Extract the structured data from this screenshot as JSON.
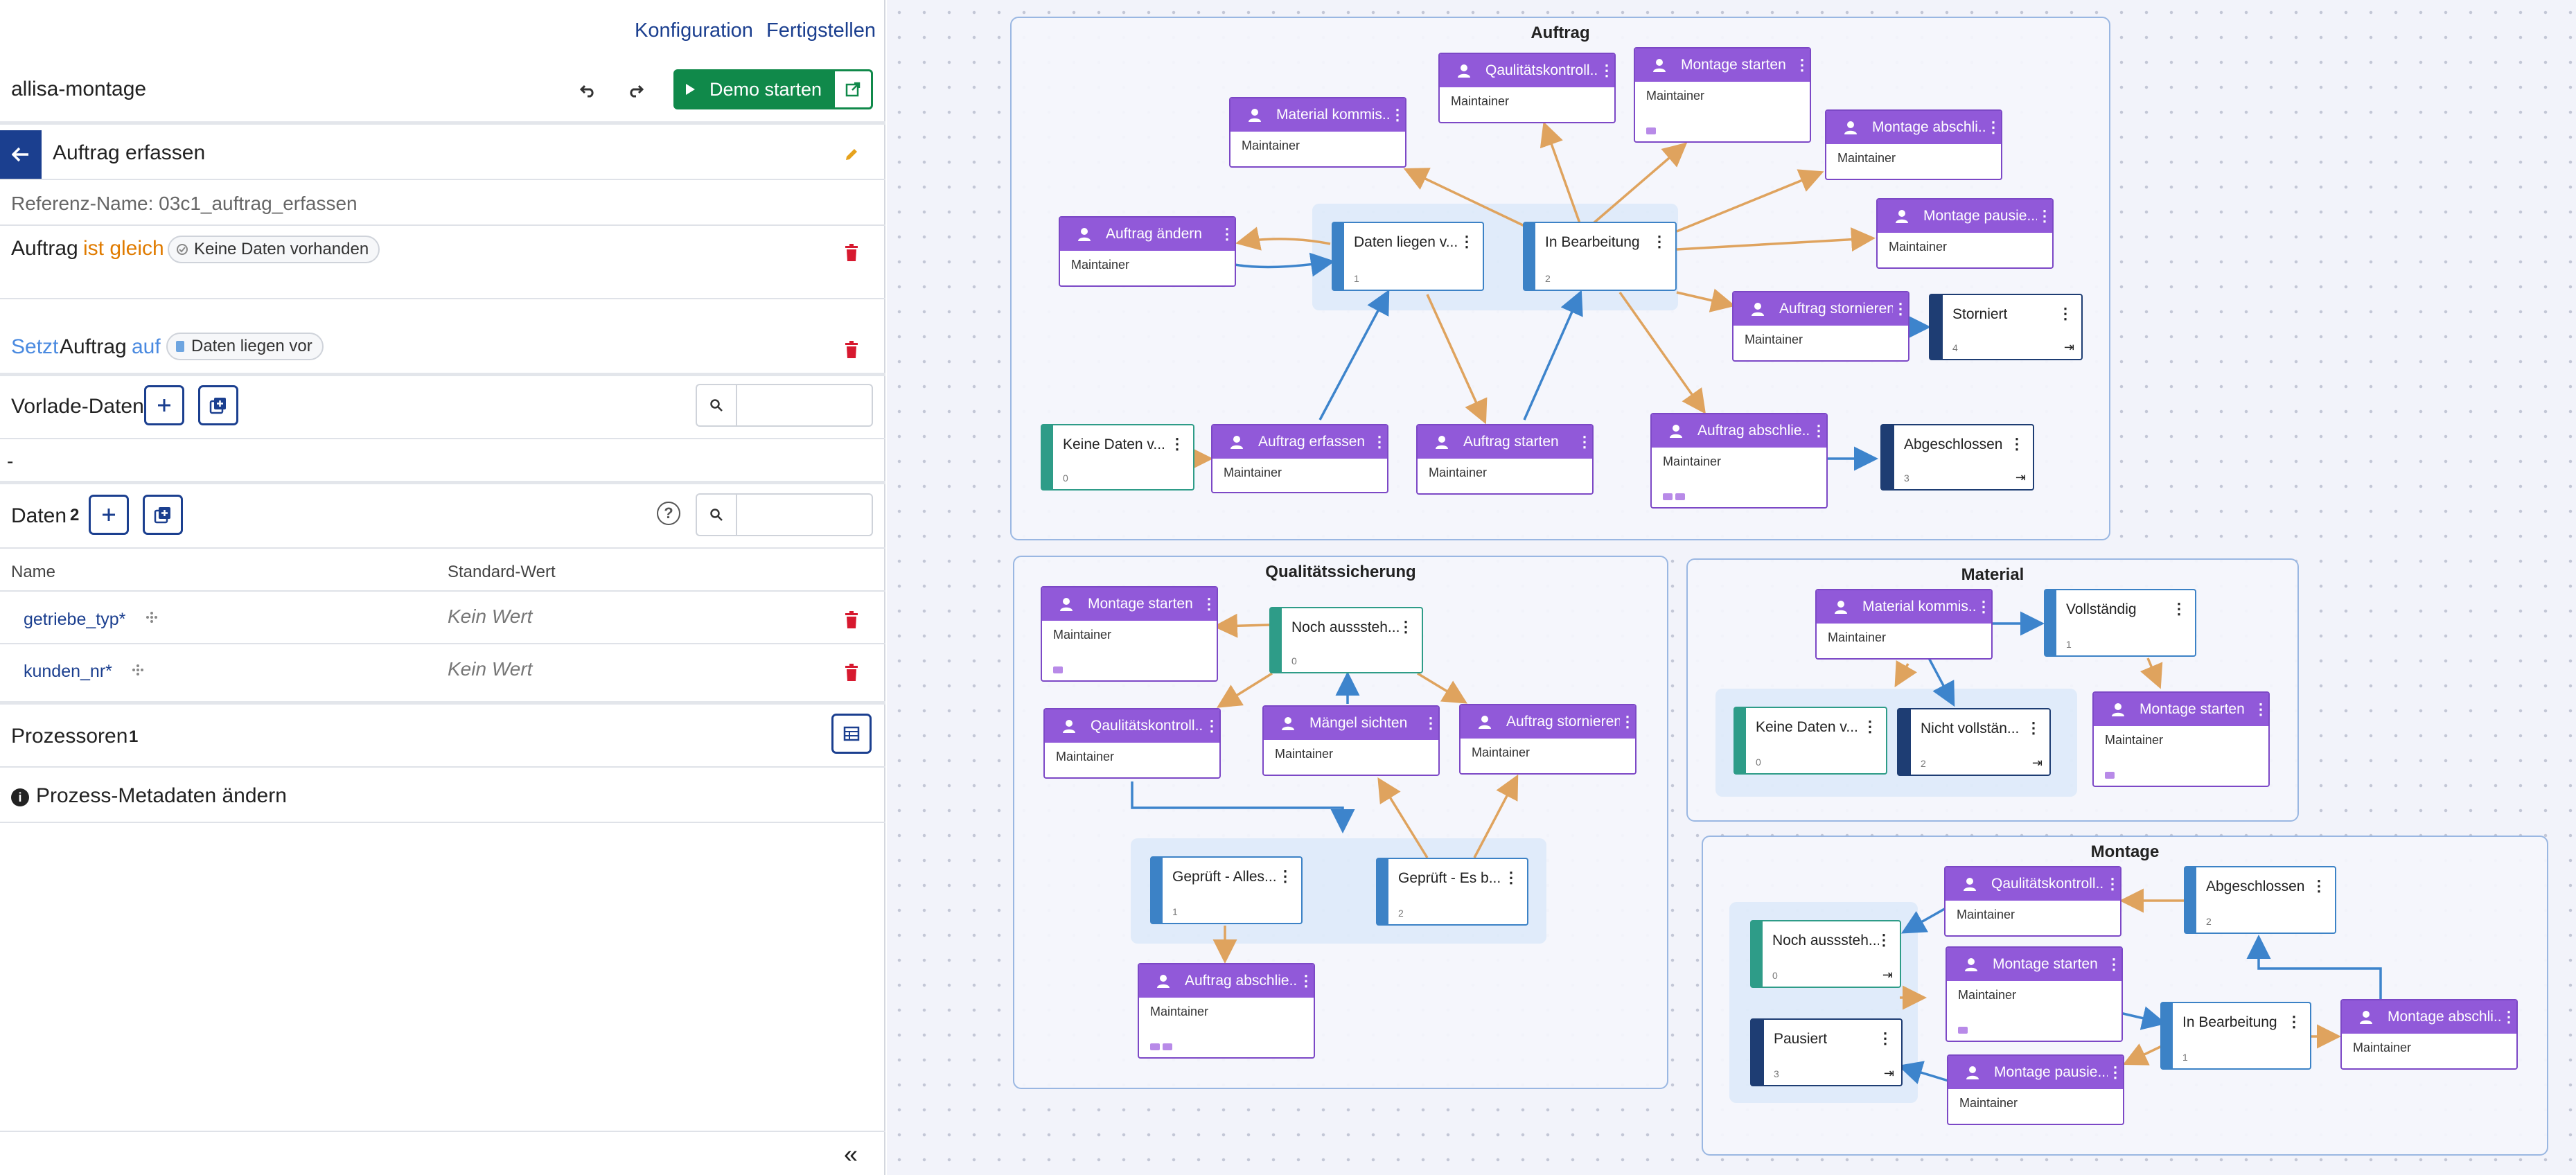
{
  "header": {
    "link_config": "Konfiguration",
    "link_finish": "Fertigstellen"
  },
  "project": {
    "name": "allisa-montage",
    "demo_label": "Demo starten"
  },
  "action": {
    "title": "Auftrag erfassen",
    "reference": "Referenz-Name: 03c1_auftrag_erfassen"
  },
  "condition": {
    "subject": "Auftrag",
    "operator": "ist gleich",
    "value": "Keine Daten vorhanden"
  },
  "set_rule": {
    "prefix": "Setzt",
    "subject": "Auftrag",
    "mid": "auf",
    "value": "Daten liegen vor"
  },
  "vorlage": {
    "title": "Vorlade-Daten",
    "empty": "-"
  },
  "daten": {
    "title": "Daten",
    "count": "2",
    "col_name": "Name",
    "col_default": "Standard-Wert",
    "rows": [
      {
        "name": "getriebe_typ*",
        "default": "Kein Wert"
      },
      {
        "name": "kunden_nr*",
        "default": "Kein Wert"
      }
    ]
  },
  "prozessoren": {
    "title": "Prozessoren",
    "count": "1",
    "item": "Prozess-Metadaten ändern"
  },
  "colors": {
    "primary": "#1b3f8f",
    "success": "#10894a",
    "danger": "#d7192f",
    "accent": "#e07b00",
    "action": "#9159d9"
  },
  "diagram": {
    "groups": [
      {
        "id": "auftrag",
        "title": "Auftrag"
      },
      {
        "id": "qs",
        "title": "Qualitätssicherung"
      },
      {
        "id": "material",
        "title": "Material"
      },
      {
        "id": "montage",
        "title": "Montage"
      }
    ],
    "role": "Maintainer",
    "nodes": {
      "a_keine": {
        "label": "Keine Daten v...",
        "index": "0"
      },
      "a_erfassen": {
        "label": "Auftrag erfassen"
      },
      "a_daten": {
        "label": "Daten liegen v...",
        "index": "1"
      },
      "a_aendern": {
        "label": "Auftrag ändern"
      },
      "a_material": {
        "label": "Material kommis..."
      },
      "a_qk": {
        "label": "Qaulitätskontroll..."
      },
      "a_mstart": {
        "label": "Montage starten"
      },
      "a_mabsch": {
        "label": "Montage abschli..."
      },
      "a_mpause": {
        "label": "Montage pausie..."
      },
      "a_inbearb": {
        "label": "In Bearbeitung",
        "index": "2"
      },
      "a_astart": {
        "label": "Auftrag starten"
      },
      "a_storno": {
        "label": "Auftrag stornieren"
      },
      "a_storniert": {
        "label": "Storniert",
        "index": "4"
      },
      "a_aabsch": {
        "label": "Auftrag abschlie..."
      },
      "a_abgeschl": {
        "label": "Abgeschlossen",
        "index": "3"
      },
      "q_mstart": {
        "label": "Montage starten"
      },
      "q_noch": {
        "label": "Noch ausssteh...",
        "index": "0"
      },
      "q_qk": {
        "label": "Qaulitätskontroll..."
      },
      "q_maengel": {
        "label": "Mängel sichten"
      },
      "q_storno": {
        "label": "Auftrag stornieren"
      },
      "q_alles": {
        "label": "Geprüft - Alles...",
        "index": "1"
      },
      "q_esb": {
        "label": "Geprüft - Es b...",
        "index": "2"
      },
      "q_aabsch": {
        "label": "Auftrag abschlie..."
      },
      "m_keine": {
        "label": "Keine Daten v...",
        "index": "0"
      },
      "m_material": {
        "label": "Material kommis..."
      },
      "m_voll": {
        "label": "Vollständig",
        "index": "1"
      },
      "m_nicht": {
        "label": "Nicht vollstän...",
        "index": "2"
      },
      "m_mstart": {
        "label": "Montage starten"
      },
      "o_qk": {
        "label": "Qaulitätskontroll..."
      },
      "o_abgeschl": {
        "label": "Abgeschlossen",
        "index": "2"
      },
      "o_noch": {
        "label": "Noch ausssteh...",
        "index": "0"
      },
      "o_mstart": {
        "label": "Montage starten"
      },
      "o_inbearb": {
        "label": "In Bearbeitung",
        "index": "1"
      },
      "o_mabsch": {
        "label": "Montage abschli..."
      },
      "o_pausiert": {
        "label": "Pausiert",
        "index": "3"
      },
      "o_mpause": {
        "label": "Montage pausie..."
      }
    }
  }
}
